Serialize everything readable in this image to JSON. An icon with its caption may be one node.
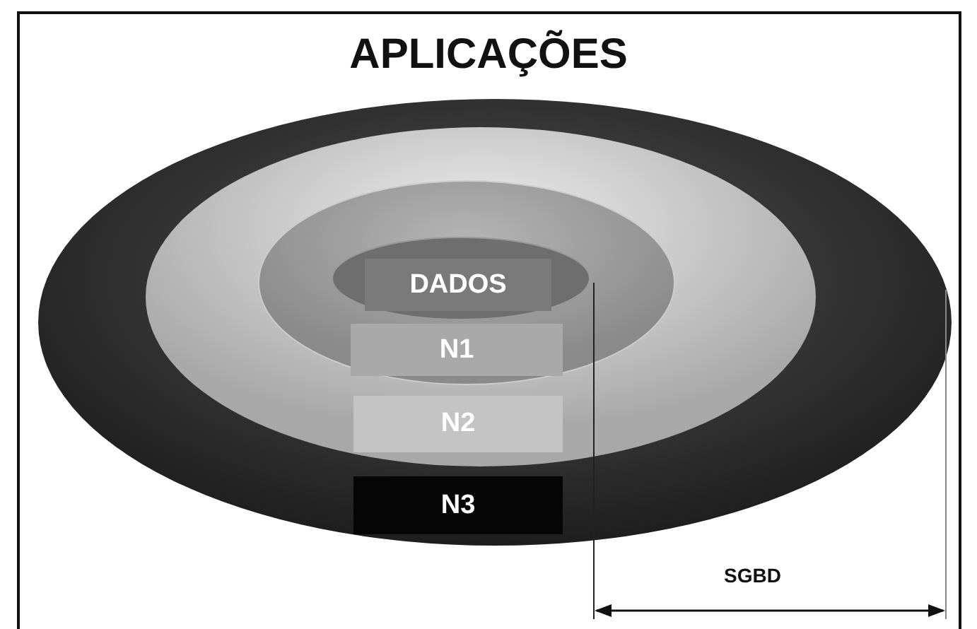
{
  "diagram": {
    "title": "APLICAÇÕES",
    "nodes": [
      {
        "text": [
          "DADOS"
        ]
      },
      {
        "text": [
          "N1"
        ]
      },
      {
        "text": [
          "N2"
        ]
      },
      {
        "text": [
          "N3"
        ]
      }
    ],
    "labels": [
      "SGBD"
    ]
  }
}
